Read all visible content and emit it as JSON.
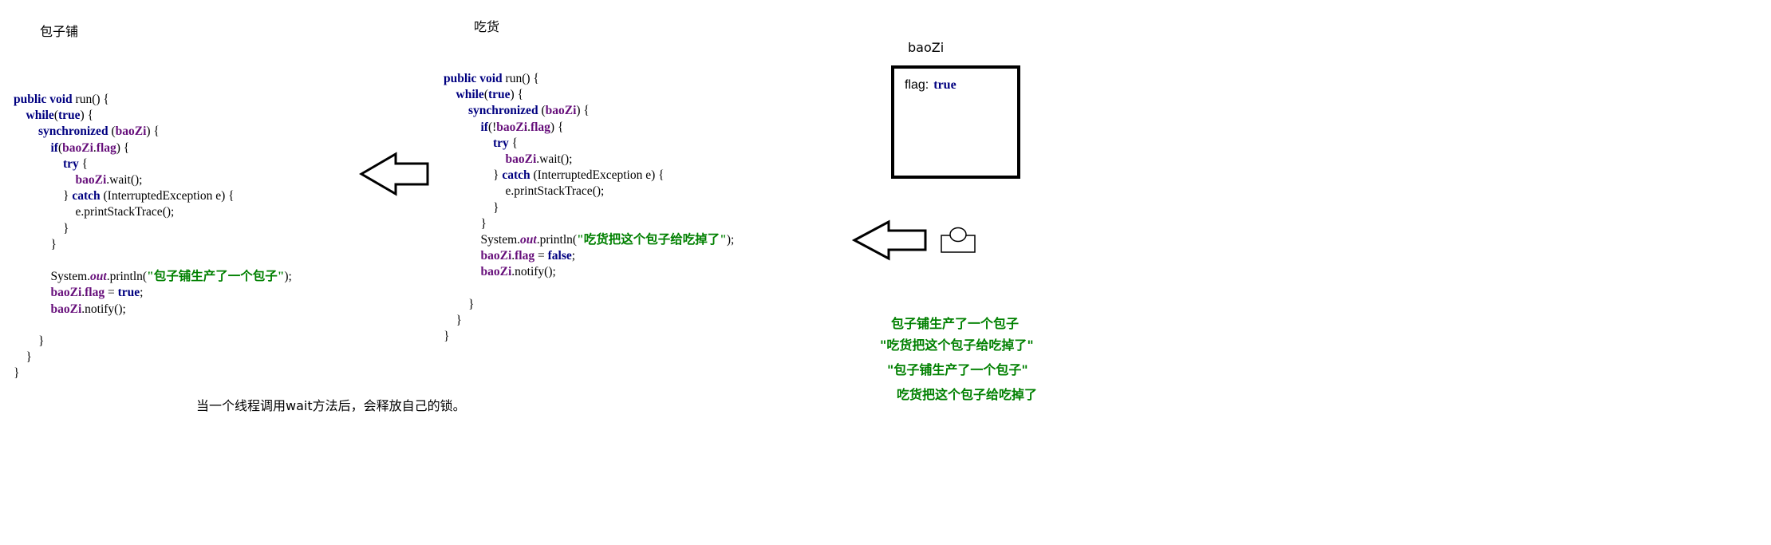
{
  "producer_title": "包子铺",
  "consumer_title": "吃货",
  "baozi": {
    "title": "baoZi",
    "flag_label": "flag:",
    "flag_value": "true"
  },
  "output_lines": [
    "包子铺生产了一个包子",
    "\"吃货把这个包子给吃掉了\"",
    "\"包子铺生产了一个包子\"",
    "吃货把这个包子给吃掉了"
  ],
  "note": "当一个线程调用wait方法后，会释放自己的锁。",
  "icons": [
    "left-arrow-icon",
    "left-arrow-icon",
    "thread-lock-icon"
  ]
}
